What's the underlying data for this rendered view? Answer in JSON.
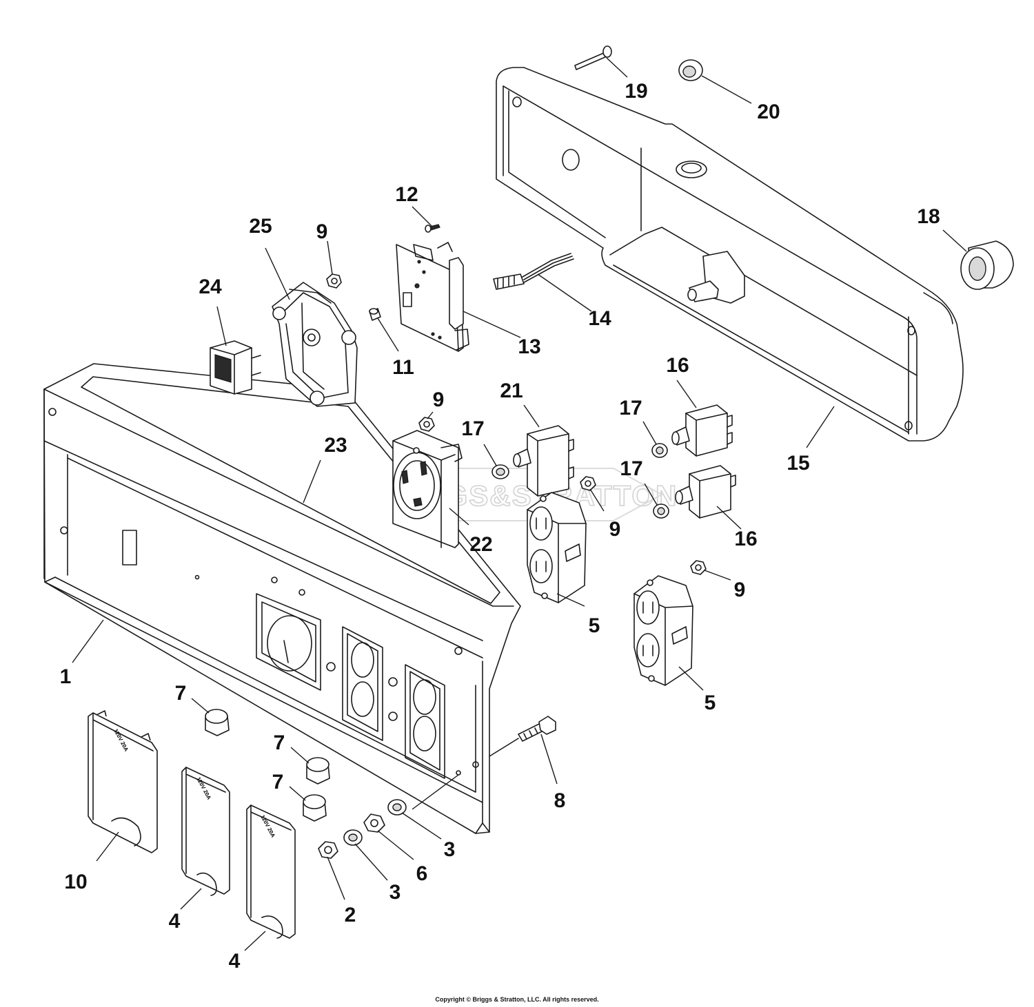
{
  "watermark": "BRIGGS&STRATTON",
  "copyright": "Copyright © Briggs & Stratton, LLC. All rights reserved.",
  "cover_label": "120V 20A",
  "callouts": [
    {
      "id": "c1",
      "label": "1"
    },
    {
      "id": "c2",
      "label": "2"
    },
    {
      "id": "c3a",
      "label": "3"
    },
    {
      "id": "c3b",
      "label": "3"
    },
    {
      "id": "c4a",
      "label": "4"
    },
    {
      "id": "c4b",
      "label": "4"
    },
    {
      "id": "c5a",
      "label": "5"
    },
    {
      "id": "c5b",
      "label": "5"
    },
    {
      "id": "c6",
      "label": "6"
    },
    {
      "id": "c7a",
      "label": "7"
    },
    {
      "id": "c7b",
      "label": "7"
    },
    {
      "id": "c7c",
      "label": "7"
    },
    {
      "id": "c8",
      "label": "8"
    },
    {
      "id": "c9a",
      "label": "9"
    },
    {
      "id": "c9b",
      "label": "9"
    },
    {
      "id": "c9c",
      "label": "9"
    },
    {
      "id": "c9d",
      "label": "9"
    },
    {
      "id": "c10",
      "label": "10"
    },
    {
      "id": "c11",
      "label": "11"
    },
    {
      "id": "c12",
      "label": "12"
    },
    {
      "id": "c13",
      "label": "13"
    },
    {
      "id": "c14",
      "label": "14"
    },
    {
      "id": "c15",
      "label": "15"
    },
    {
      "id": "c16a",
      "label": "16"
    },
    {
      "id": "c16b",
      "label": "16"
    },
    {
      "id": "c17a",
      "label": "17"
    },
    {
      "id": "c17b",
      "label": "17"
    },
    {
      "id": "c17c",
      "label": "17"
    },
    {
      "id": "c18",
      "label": "18"
    },
    {
      "id": "c19",
      "label": "19"
    },
    {
      "id": "c20",
      "label": "20"
    },
    {
      "id": "c21",
      "label": "21"
    },
    {
      "id": "c22",
      "label": "22"
    },
    {
      "id": "c23",
      "label": "23"
    },
    {
      "id": "c24",
      "label": "24"
    },
    {
      "id": "c25",
      "label": "25"
    }
  ]
}
